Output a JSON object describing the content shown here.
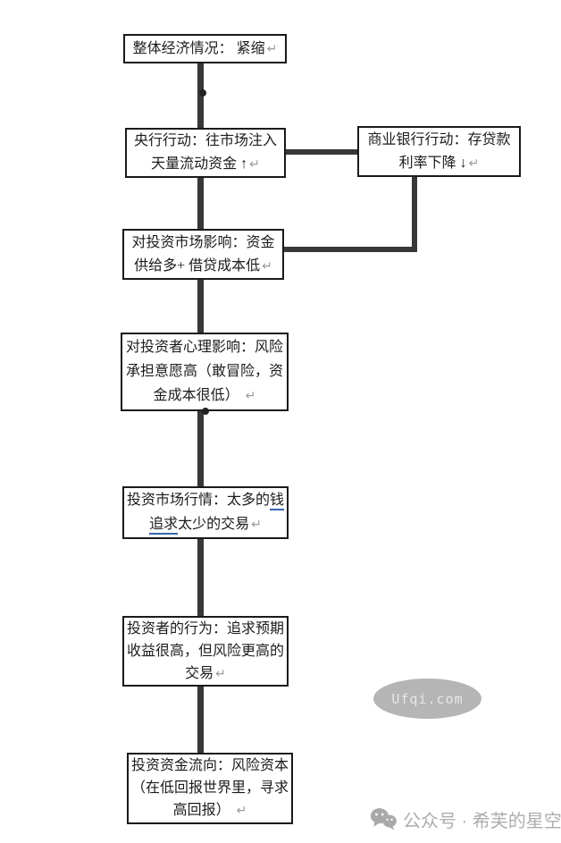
{
  "marks": {
    "return": "↵"
  },
  "flowchart": {
    "nodes": [
      {
        "name": "overall-economy",
        "lines": [
          "整体经济情况： 紧缩"
        ]
      },
      {
        "name": "central-bank-action",
        "lines": [
          "央行行动：往市场注入",
          "天量流动资金 ↑"
        ]
      },
      {
        "name": "commercial-bank-action",
        "lines": [
          "商业银行行动：存贷款",
          "利率下降 ↓"
        ]
      },
      {
        "name": "investment-market-impact",
        "lines": [
          "对投资市场影响：资金",
          "供给多+ 借贷成本低"
        ]
      },
      {
        "name": "investor-psychology-impact",
        "lines": [
          "对投资者心理影响：风险",
          "承担意愿高（敢冒险，资",
          "金成本很低）"
        ]
      },
      {
        "name": "market-condition",
        "line1_prefix": "投资市场行情：太多的",
        "line1_underlined": "钱",
        "line2_underlined": "追求",
        "line2_rest": "太少的交易"
      },
      {
        "name": "investor-behavior",
        "lines": [
          "投资者的行为：追求预期",
          "收益很高，但风险更高的",
          "交易"
        ]
      },
      {
        "name": "capital-flow",
        "lines": [
          "投资资金流向：风险资本",
          "（在低回报世界里，寻求",
          "高回报）"
        ]
      }
    ]
  },
  "watermark": {
    "text": "Ufqi.com"
  },
  "footer": {
    "text": "公众号 · 希芙的星空"
  },
  "colors": {
    "box_border": "#1a1a1a",
    "connector": "#383838",
    "underline_blue": "#3565ad",
    "return_mark_gray": "#9a9a9a",
    "watermark_bg": "#b5b5b5",
    "footer_gray": "#adadad"
  }
}
